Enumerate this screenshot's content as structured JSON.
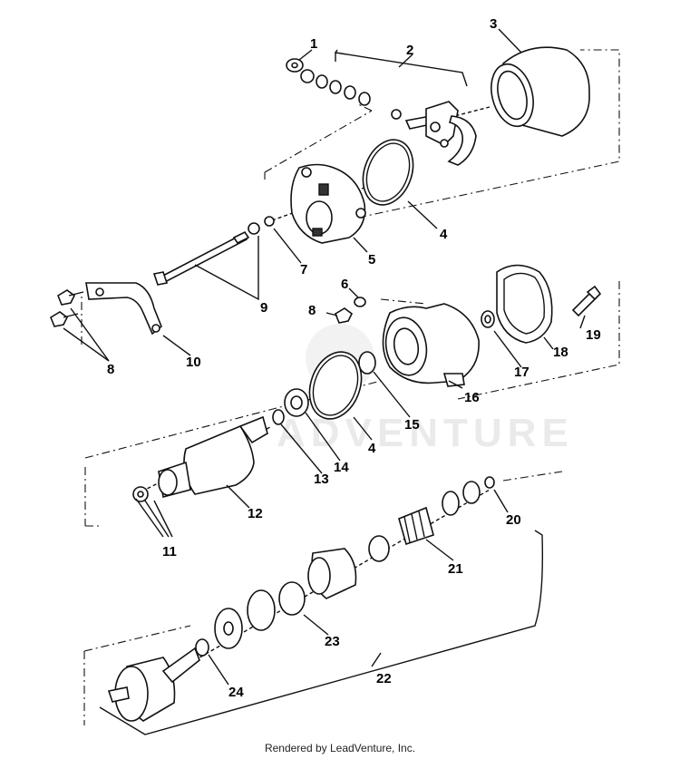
{
  "diagram": {
    "callouts": [
      {
        "id": "c1",
        "text": "1"
      },
      {
        "id": "c2",
        "text": "2"
      },
      {
        "id": "c3",
        "text": "3"
      },
      {
        "id": "c4a",
        "text": "4"
      },
      {
        "id": "c5",
        "text": "5"
      },
      {
        "id": "c6",
        "text": "6"
      },
      {
        "id": "c7",
        "text": "7"
      },
      {
        "id": "c8a",
        "text": "8"
      },
      {
        "id": "c9",
        "text": "9"
      },
      {
        "id": "c8b",
        "text": "8"
      },
      {
        "id": "c10",
        "text": "10"
      },
      {
        "id": "c19",
        "text": "19"
      },
      {
        "id": "c17",
        "text": "17"
      },
      {
        "id": "c18",
        "text": "18"
      },
      {
        "id": "c16",
        "text": "16"
      },
      {
        "id": "c15",
        "text": "15"
      },
      {
        "id": "c4b",
        "text": "4"
      },
      {
        "id": "c14",
        "text": "14"
      },
      {
        "id": "c13",
        "text": "13"
      },
      {
        "id": "c12",
        "text": "12"
      },
      {
        "id": "c11",
        "text": "11"
      },
      {
        "id": "c20",
        "text": "20"
      },
      {
        "id": "c21",
        "text": "21"
      },
      {
        "id": "c23",
        "text": "23"
      },
      {
        "id": "c22",
        "text": "22"
      },
      {
        "id": "c24",
        "text": "24"
      }
    ]
  },
  "footer": {
    "credit": "Rendered by LeadVenture, Inc."
  }
}
